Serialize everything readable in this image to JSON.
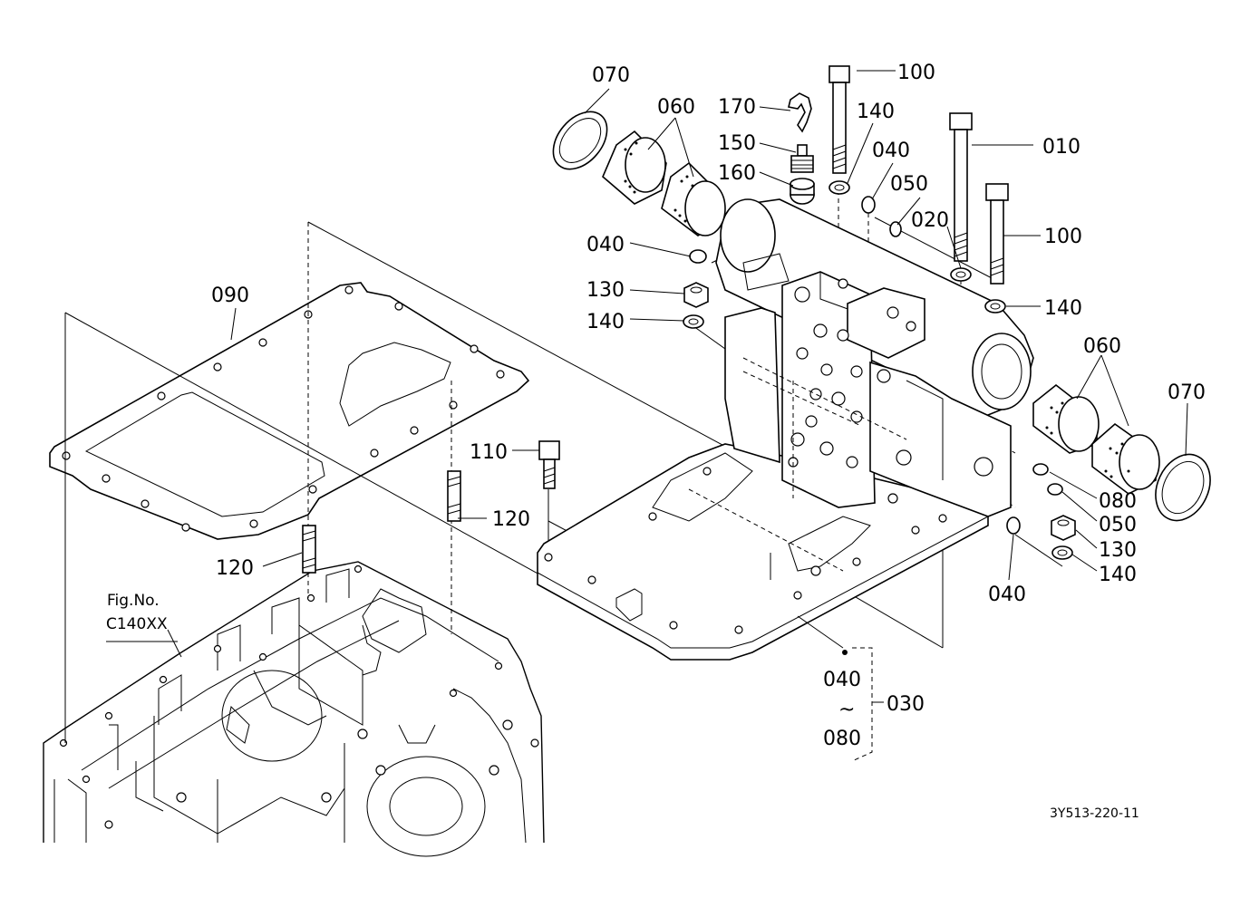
{
  "labels": {
    "p070a": "070",
    "p060a": "060",
    "p170": "170",
    "p150": "150",
    "p160": "160",
    "p100a": "100",
    "p140a": "140",
    "p040a": "040",
    "p050a": "050",
    "p010": "010",
    "p020": "020",
    "p100b": "100",
    "p040b": "040",
    "p130a": "130",
    "p140b": "140",
    "p140c": "140",
    "p090": "090",
    "p110": "110",
    "p120a": "120",
    "p120b": "120",
    "p060b": "060",
    "p070b": "070",
    "p080": "080",
    "p050b": "050",
    "p130b": "130",
    "p140d": "140",
    "p040c": "040",
    "p040d": "040",
    "tilde": "~",
    "p080b": "080",
    "p030": "030"
  },
  "reference": {
    "line1": "Fig.No.",
    "line2": "C140XX"
  },
  "drawing_code": "3Y513-220-11"
}
